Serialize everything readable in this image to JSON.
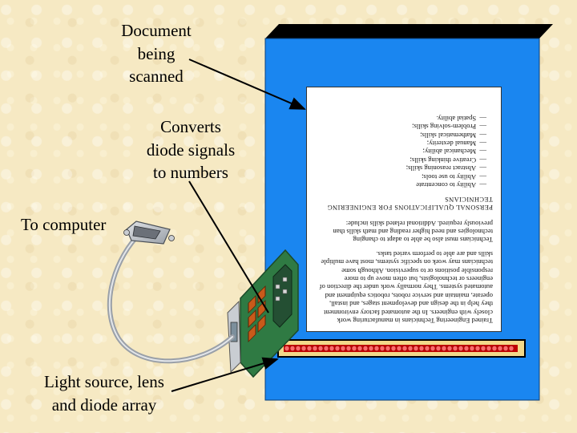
{
  "labels": {
    "document": "Document\nbeing\nscanned",
    "converts": "Converts\ndiode signals\nto numbers",
    "to_computer": "To computer",
    "light_source": "Light source, lens\nand diode array"
  },
  "document": {
    "paragraph1": "Trained Engineering Technicians in manufacturing work closely with engineers. In the automated factory environment they help in the design and development stages, and install, operate, maintain and service robots, robotics equipment and automated systems. They normally work under the direction of engineers or technologists, but often move up to more responsible positions or to supervision. Although some technicians may work on specific systems, most have multiple skills and are able to perform varied tasks.",
    "paragraph2": "Technicians must also be able to adapt to changing technologies and need higher reading and math skills than previously required. Additional related skills include:",
    "heading": "PERSONAL QUALIFICATIONS FOR ENGINEERING TECHNICIANS",
    "skills": [
      "Ability to concentrate",
      "Ability to use tools;",
      "Abstract reasoning skills;",
      "Creative thinking skills;",
      "Mechanical ability;",
      "Manual dexterity;",
      "Mathematical skills;",
      "Problem-solving skills;",
      "Spatial ability."
    ]
  },
  "colors": {
    "scanner_front": "#1a86f0",
    "scanner_top": "#000000",
    "diode_strip": "#c00000",
    "strip_frame": "#f2d98a",
    "circuit_board": "#2f7a43",
    "chip": "#c85a1a",
    "cable": "#b9bdc4"
  }
}
